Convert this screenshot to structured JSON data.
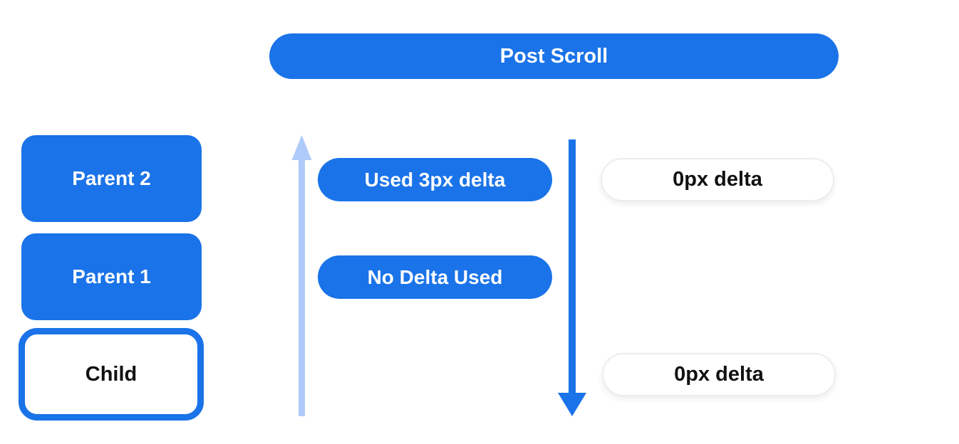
{
  "diagram": {
    "title": "Post Scroll",
    "colors": {
      "primary_blue": "#1a73e8",
      "light_blue": "#aecbfa",
      "text_dark": "#111111",
      "pill_border": "#ededed",
      "background": "#ffffff"
    },
    "scroller_chain": {
      "parent2_label": "Parent 2",
      "parent1_label": "Parent 1",
      "child_label": "Child"
    },
    "delta_labels": {
      "used_delta": "Used 3px delta",
      "no_delta": "No Delta Used",
      "zero_delta_top": "0px delta",
      "zero_delta_bottom": "0px delta"
    },
    "arrows": {
      "up": "scroll-bubble-up-arrow",
      "down": "scroll-propagation-down-arrow"
    }
  }
}
